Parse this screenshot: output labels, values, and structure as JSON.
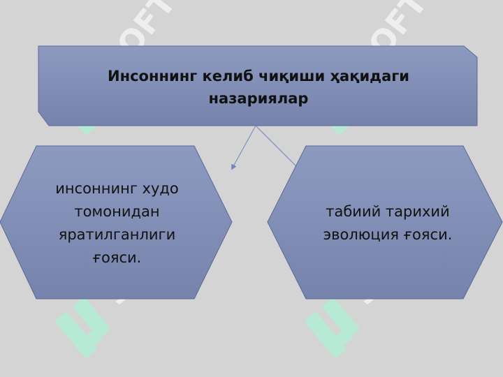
{
  "watermark": {
    "text": "SOFT",
    "color": "#ffffff",
    "logo_color": "#b4ecd5"
  },
  "title": {
    "line1": "Инсоннинг келиб чиқиши ҳақидаги",
    "line2": "назариялар"
  },
  "left_node": {
    "lines": [
      "инсоннинг худо",
      "томонидан",
      "яратилганлиги",
      "ғояси."
    ]
  },
  "right_node": {
    "lines": [
      "табиий тарихий",
      "эволюция ғояси."
    ]
  },
  "colors": {
    "background": "#d4d4d4",
    "shape_fill_top": "#8d9ac0",
    "shape_fill_bottom": "#7683ac",
    "shape_border": "#5a6896",
    "arrow": "#6f86b8"
  }
}
